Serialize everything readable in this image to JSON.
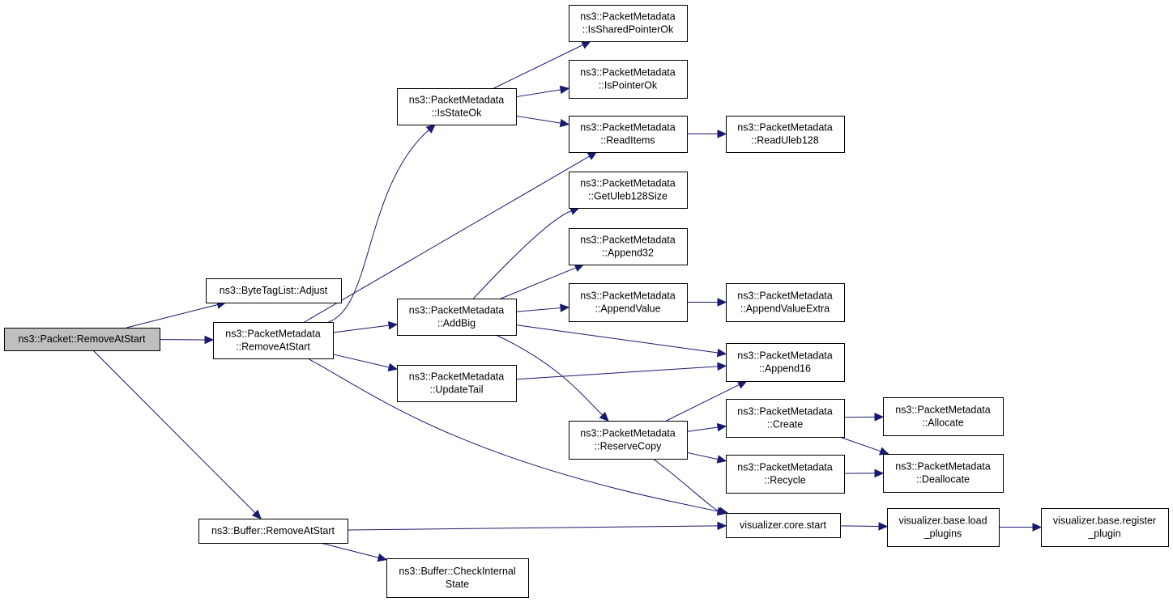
{
  "diagram": {
    "colors": {
      "edge": "#191970",
      "root_fill": "#bfbfbf",
      "node_fill": "#ffffff",
      "node_border": "#000000"
    },
    "nodes": [
      {
        "id": "root",
        "lines": [
          "ns3::Packet::RemoveAtStart"
        ],
        "root": true
      },
      {
        "id": "btl_adjust",
        "lines": [
          "ns3::ByteTagList::Adjust"
        ]
      },
      {
        "id": "pm_removeatstart",
        "lines": [
          "ns3::PacketMetadata",
          "::RemoveAtStart"
        ]
      },
      {
        "id": "buf_removeatstart",
        "lines": [
          "ns3::Buffer::RemoveAtStart"
        ]
      },
      {
        "id": "pm_isstateok",
        "lines": [
          "ns3::PacketMetadata",
          "::IsStateOk"
        ]
      },
      {
        "id": "pm_addbig",
        "lines": [
          "ns3::PacketMetadata",
          "::AddBig"
        ]
      },
      {
        "id": "pm_updatetail",
        "lines": [
          "ns3::PacketMetadata",
          "::UpdateTail"
        ]
      },
      {
        "id": "buf_checkinternal",
        "lines": [
          "ns3::Buffer::CheckInternal",
          "State"
        ]
      },
      {
        "id": "pm_issharedpointerok",
        "lines": [
          "ns3::PacketMetadata",
          "::IsSharedPointerOk"
        ]
      },
      {
        "id": "pm_ispointerok",
        "lines": [
          "ns3::PacketMetadata",
          "::IsPointerOk"
        ]
      },
      {
        "id": "pm_readitems",
        "lines": [
          "ns3::PacketMetadata",
          "::ReadItems"
        ]
      },
      {
        "id": "pm_getuleb128size",
        "lines": [
          "ns3::PacketMetadata",
          "::GetUleb128Size"
        ]
      },
      {
        "id": "pm_append32",
        "lines": [
          "ns3::PacketMetadata",
          "::Append32"
        ]
      },
      {
        "id": "pm_appendvalue",
        "lines": [
          "ns3::PacketMetadata",
          "::AppendValue"
        ]
      },
      {
        "id": "pm_reservecopy",
        "lines": [
          "ns3::PacketMetadata",
          "::ReserveCopy"
        ]
      },
      {
        "id": "pm_readuleb128",
        "lines": [
          "ns3::PacketMetadata",
          "::ReadUleb128"
        ]
      },
      {
        "id": "pm_appendvalueextra",
        "lines": [
          "ns3::PacketMetadata",
          "::AppendValueExtra"
        ]
      },
      {
        "id": "pm_append16",
        "lines": [
          "ns3::PacketMetadata",
          "::Append16"
        ]
      },
      {
        "id": "pm_create",
        "lines": [
          "ns3::PacketMetadata",
          "::Create"
        ]
      },
      {
        "id": "pm_recycle",
        "lines": [
          "ns3::PacketMetadata",
          "::Recycle"
        ]
      },
      {
        "id": "viz_core_start",
        "lines": [
          "visualizer.core.start"
        ]
      },
      {
        "id": "pm_allocate",
        "lines": [
          "ns3::PacketMetadata",
          "::Allocate"
        ]
      },
      {
        "id": "pm_deallocate",
        "lines": [
          "ns3::PacketMetadata",
          "::Deallocate"
        ]
      },
      {
        "id": "viz_load_plugins",
        "lines": [
          "visualizer.base.load",
          "_plugins"
        ]
      },
      {
        "id": "viz_register_plugin",
        "lines": [
          "visualizer.base.register",
          "_plugin"
        ]
      }
    ],
    "edges": [
      {
        "from": "root",
        "to": "btl_adjust"
      },
      {
        "from": "root",
        "to": "pm_removeatstart"
      },
      {
        "from": "root",
        "to": "buf_removeatstart"
      },
      {
        "from": "pm_removeatstart",
        "to": "pm_isstateok"
      },
      {
        "from": "pm_removeatstart",
        "to": "pm_readitems"
      },
      {
        "from": "pm_removeatstart",
        "to": "pm_addbig"
      },
      {
        "from": "pm_removeatstart",
        "to": "pm_updatetail"
      },
      {
        "from": "pm_removeatstart",
        "to": "viz_core_start"
      },
      {
        "from": "pm_isstateok",
        "to": "pm_issharedpointerok"
      },
      {
        "from": "pm_isstateok",
        "to": "pm_ispointerok"
      },
      {
        "from": "pm_isstateok",
        "to": "pm_readitems"
      },
      {
        "from": "pm_readitems",
        "to": "pm_readuleb128"
      },
      {
        "from": "pm_addbig",
        "to": "pm_getuleb128size"
      },
      {
        "from": "pm_addbig",
        "to": "pm_append32"
      },
      {
        "from": "pm_addbig",
        "to": "pm_appendvalue"
      },
      {
        "from": "pm_addbig",
        "to": "pm_append16"
      },
      {
        "from": "pm_addbig",
        "to": "pm_reservecopy"
      },
      {
        "from": "pm_appendvalue",
        "to": "pm_appendvalueextra"
      },
      {
        "from": "pm_updatetail",
        "to": "pm_append16"
      },
      {
        "from": "pm_reservecopy",
        "to": "pm_append16"
      },
      {
        "from": "pm_reservecopy",
        "to": "pm_create"
      },
      {
        "from": "pm_reservecopy",
        "to": "pm_recycle"
      },
      {
        "from": "pm_reservecopy",
        "to": "viz_core_start"
      },
      {
        "from": "pm_create",
        "to": "pm_allocate"
      },
      {
        "from": "pm_create",
        "to": "pm_deallocate"
      },
      {
        "from": "pm_recycle",
        "to": "pm_deallocate"
      },
      {
        "from": "buf_removeatstart",
        "to": "viz_core_start"
      },
      {
        "from": "buf_removeatstart",
        "to": "buf_checkinternal"
      },
      {
        "from": "viz_core_start",
        "to": "viz_load_plugins"
      },
      {
        "from": "viz_load_plugins",
        "to": "viz_register_plugin"
      }
    ]
  }
}
